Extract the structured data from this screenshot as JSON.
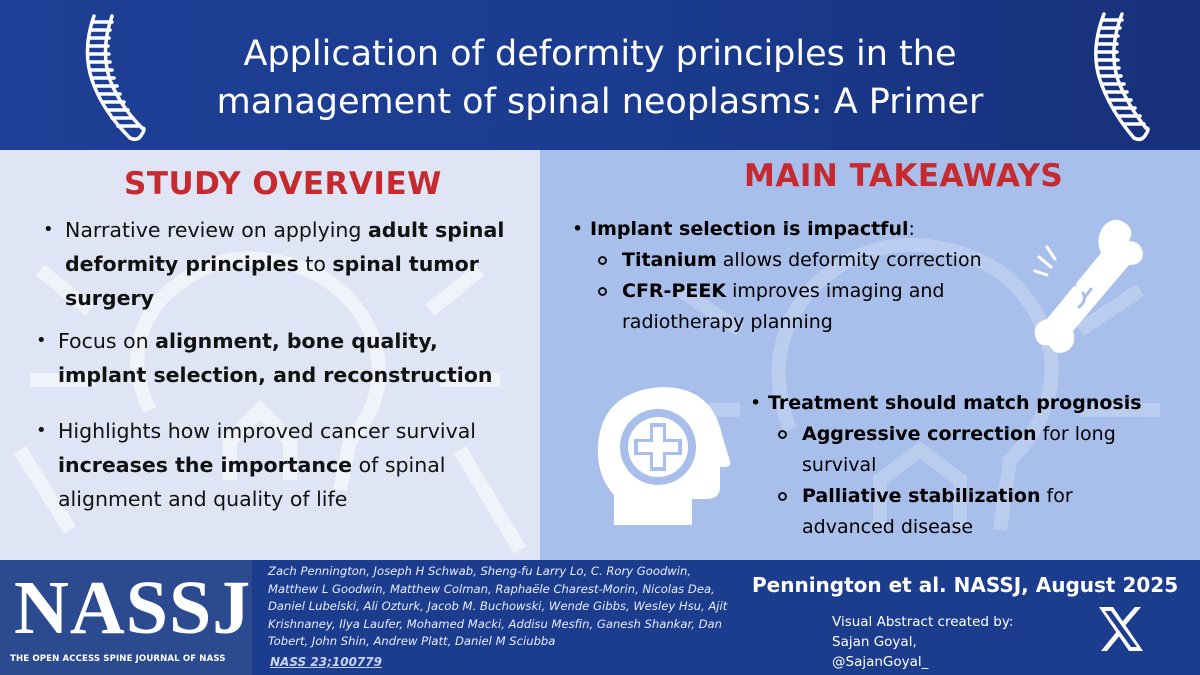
{
  "header": {
    "title_line1": "Application of deformity principles in the",
    "title_line2": "management of spinal neoplasms: A Primer",
    "left_icon": "spine-icon",
    "right_icon": "spine-icon"
  },
  "overview": {
    "heading": "STUDY OVERVIEW",
    "bullets": [
      {
        "t1": "Narrative review on applying ",
        "b1": "adult spinal deformity principles",
        "t2": " to ",
        "b2": "spinal tumor surgery"
      },
      {
        "t1": "Focus on ",
        "b1": "alignment, bone quality, implant selection, and reconstruction"
      },
      {
        "t1": "Highlights how improved cancer survival ",
        "b1": "increases the importance",
        "t2": " of spinal alignment and quality of life"
      }
    ]
  },
  "takeaways": {
    "heading": "MAIN TAKEAWAYS",
    "point1": {
      "bold": "Implant selection is impactful",
      "tail": ":",
      "subs": [
        {
          "bold": "Titanium",
          "text": " allows deformity correction"
        },
        {
          "bold": "CFR-PEEK",
          "text": " improves imaging and radiotherapy planning"
        }
      ],
      "icon": "bone-icon"
    },
    "point2": {
      "bold": "Treatment should match prognosis",
      "subs": [
        {
          "bold": "Aggressive correction",
          "text": " for long survival"
        },
        {
          "bold": "Palliative stabilization",
          "text": " for advanced disease"
        }
      ],
      "icon": "head-medical-cross-icon"
    }
  },
  "footer": {
    "logo_text": "NASSJ",
    "logo_subtitle": "THE OPEN ACCESS SPINE JOURNAL OF NASS",
    "authors": "Zach Pennington, Joseph H Schwab, Sheng-fu Larry Lo, C. Rory Goodwin, Matthew L Goodwin, Matthew Colman, Raphaële Charest-Morin, Nicolas Dea, Daniel Lubelski, Ali Ozturk, Jacob M. Buchowski, Wende Gibbs, Wesley Hsu,  Ajit Krishnaney, Ilya Laufer, Mohamed Macki, Addisu Mesfin, Ganesh Shankar, Dan Tobert, John Shin, Andrew Platt, Daniel M Sciubba",
    "citation": "NASS 23;100779",
    "journal_ref": "Pennington et al. NASSJ, August 2025",
    "credit_line1": "Visual Abstract created by:",
    "credit_line2": "Sajan Goyal,",
    "credit_line3": "@SajanGoyal_",
    "social_icon": "x-logo-icon"
  },
  "colors": {
    "header_bg": "#1e3f95",
    "left_panel_bg": "#dfe5f4",
    "right_panel_bg": "#a7bfea",
    "heading_red": "#c62a2f",
    "footer_bg": "#1c3c8e"
  }
}
